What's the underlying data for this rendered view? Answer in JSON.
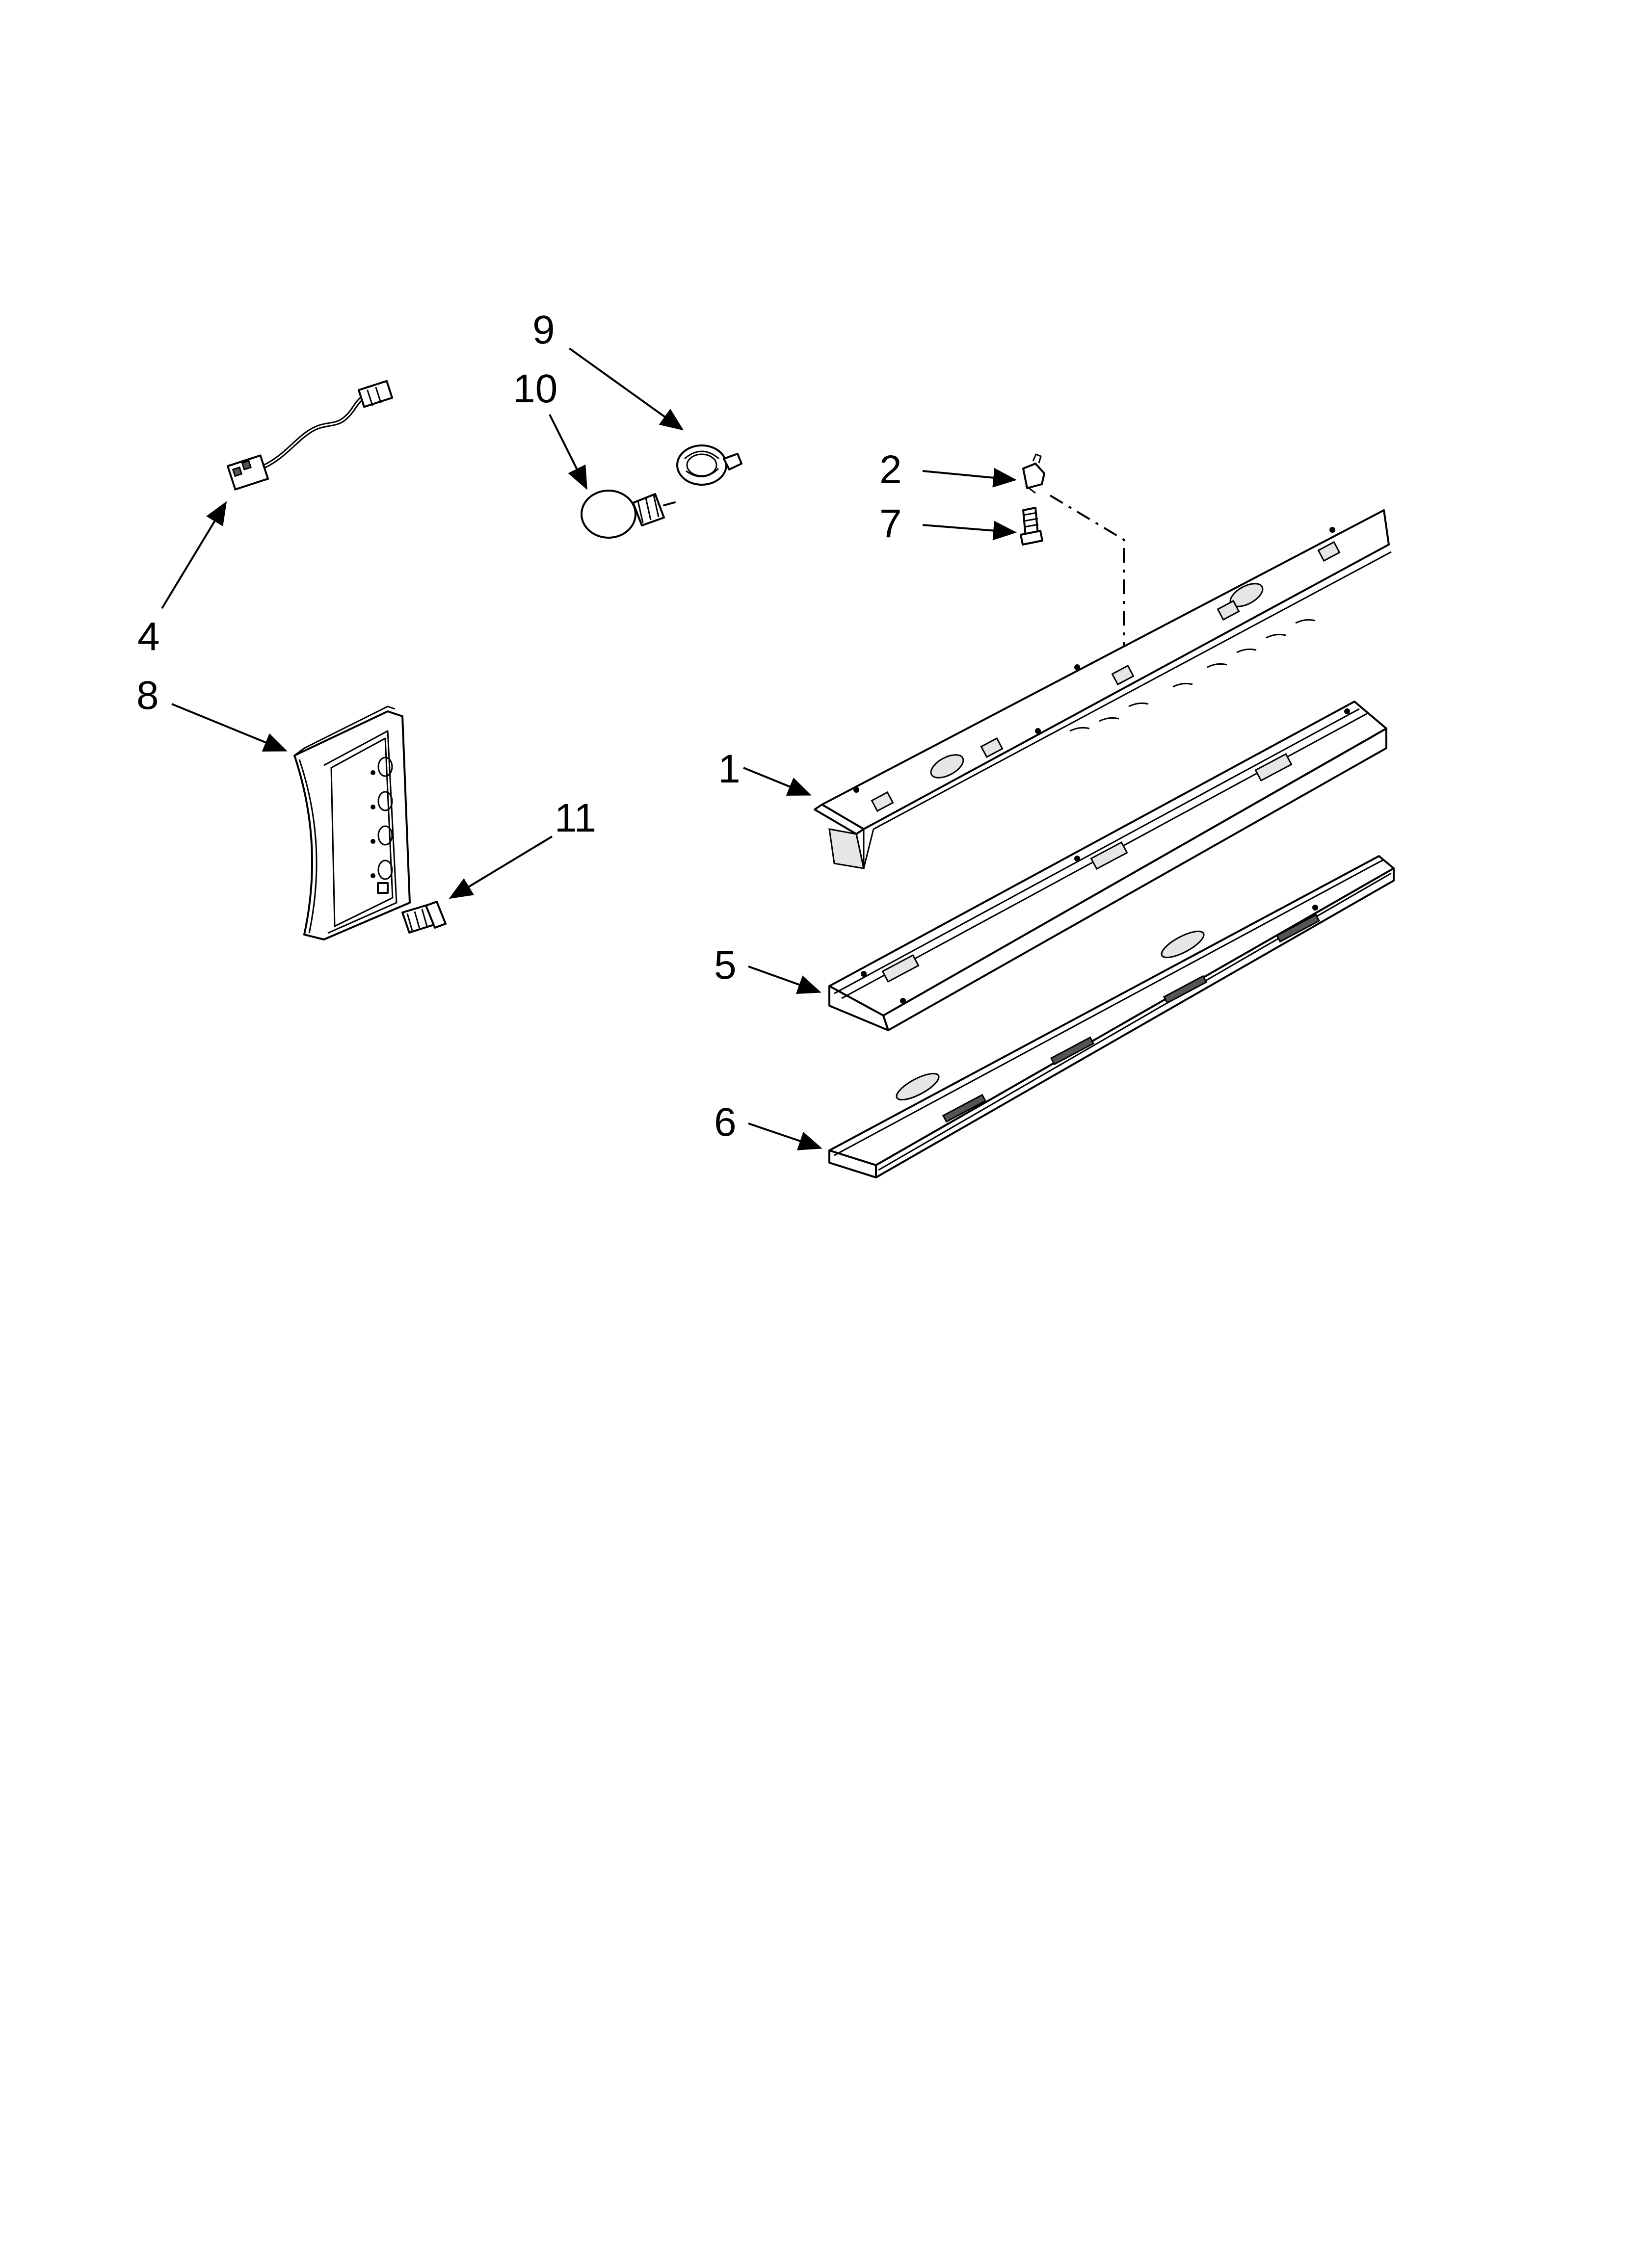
{
  "callouts": {
    "c1": "1",
    "c2": "2",
    "c4": "4",
    "c5": "5",
    "c6": "6",
    "c7": "7",
    "c8": "8",
    "c9": "9",
    "c10": "10",
    "c11": "11"
  },
  "colors": {
    "line": "#000000",
    "background": "#ffffff",
    "shade": "#e6e6e6"
  }
}
